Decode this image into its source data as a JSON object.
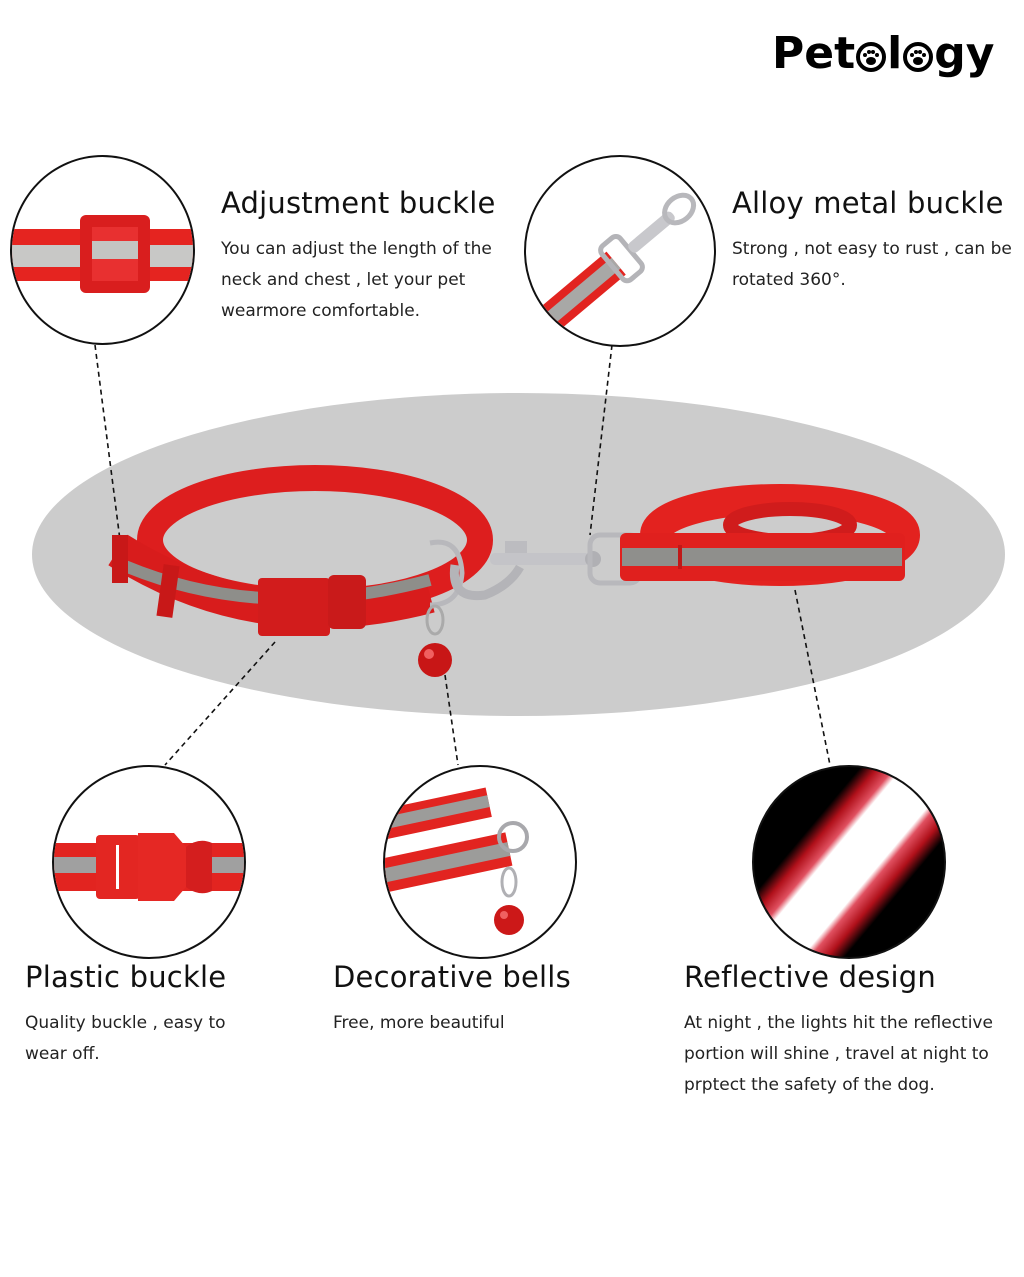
{
  "brand": {
    "logo_text_parts": [
      "Pet",
      "l",
      "gy"
    ],
    "logo_full": "Petology",
    "icon": "paw-icon"
  },
  "features": [
    {
      "id": "adjustment-buckle",
      "title": "Adjustment buckle",
      "description_lines": [
        "You can adjust the length of the",
        "neck and chest , let your pet",
        "wearmore comfortable."
      ],
      "image": "adjustment-buckle-closeup"
    },
    {
      "id": "alloy-metal-buckle",
      "title": "Alloy metal buckle",
      "description_lines": [
        "Strong , not easy to rust , can be",
        "rotated 360°."
      ],
      "image": "metal-snap-hook-closeup"
    },
    {
      "id": "plastic-buckle",
      "title": "Plastic buckle",
      "description_lines": [
        "Quality buckle , easy to",
        "wear off."
      ],
      "image": "plastic-side-release-buckle-closeup"
    },
    {
      "id": "decorative-bells",
      "title": "Decorative bells",
      "description_lines": [
        "Free, more beautiful"
      ],
      "image": "bell-closeup"
    },
    {
      "id": "reflective-design",
      "title": "Reflective design",
      "description_lines": [
        "At night , the lights hit the reflective",
        "portion will shine , travel at night to",
        "prptect the safety of the dog."
      ],
      "image": "reflective-strip-closeup"
    }
  ],
  "product": {
    "main_image": "red-reflective-collar-and-leash-set",
    "colors": {
      "strap_red": "#e0201e",
      "reflective_grey": "#8f8f8c",
      "backdrop_grey": "#cccccc",
      "metal": "#c8c8cc",
      "text": "#111111"
    }
  }
}
